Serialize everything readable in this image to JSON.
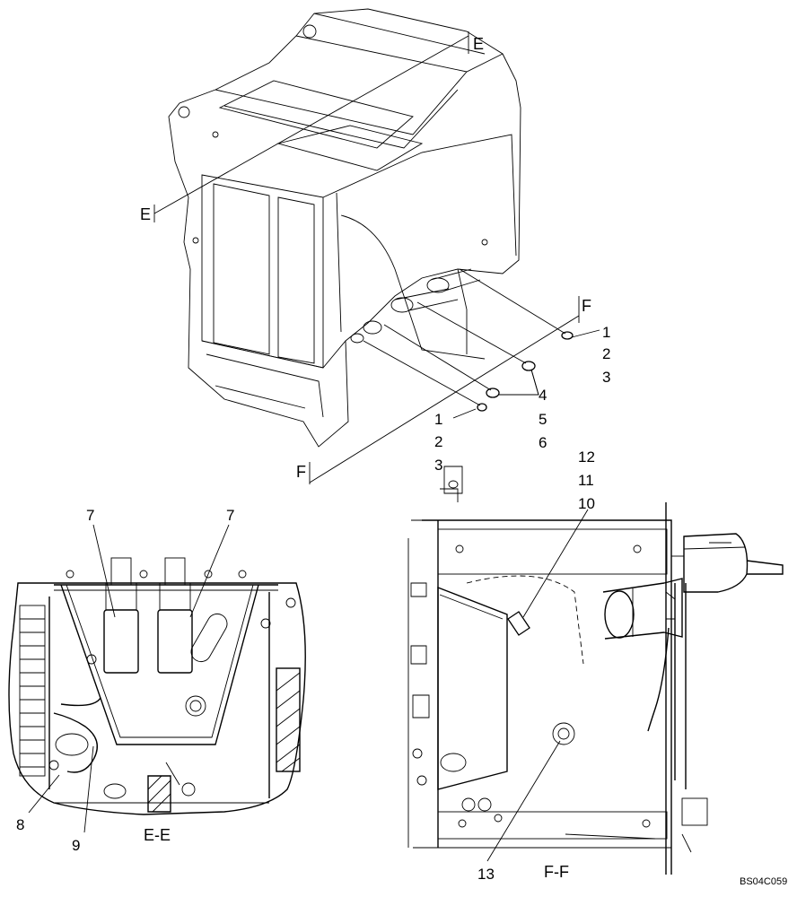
{
  "callouts": {
    "c1a": "1",
    "c2a": "2",
    "c3a": "3",
    "c4": "4",
    "c5": "5",
    "c6": "6",
    "c1b": "1",
    "c2b": "2",
    "c3b": "3",
    "c7a": "7",
    "c7b": "7",
    "c8": "8",
    "c9": "9",
    "c10": "10",
    "c11": "11",
    "c12": "12",
    "c13": "13"
  },
  "section_markers": {
    "e_top": "E",
    "e_bottom": "E",
    "f_top": "F",
    "f_bottom": "F"
  },
  "view_titles": {
    "section_e": "E-E",
    "section_f": "F-F"
  },
  "drawing_code": "BS04C059"
}
